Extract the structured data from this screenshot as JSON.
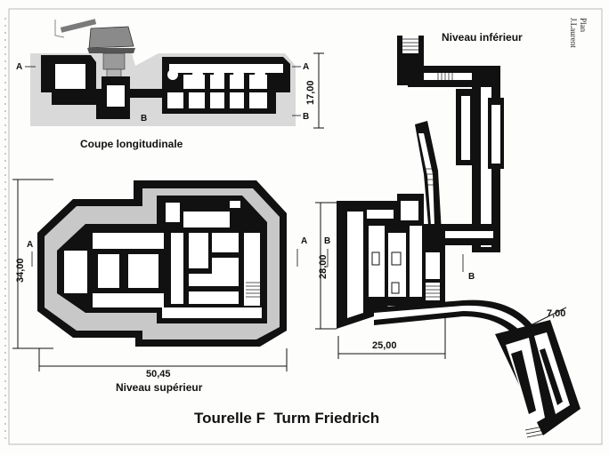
{
  "title": "Tourelle F  Turm Friedrich",
  "credit": {
    "line1": "Plan",
    "line2": "J.Laurent"
  },
  "labels": {
    "section": "Coupe longitudinale",
    "upper_level": "Niveau supérieur",
    "lower_level": "Niveau inférieur"
  },
  "markers": {
    "a": "A",
    "b": "B"
  },
  "dimensions": {
    "section_height": "17,00",
    "upper_height": "34,00",
    "upper_width": "50,45",
    "lower_height": "28,00",
    "lower_width": "25,00",
    "tunnel_width": "7,00"
  },
  "colors": {
    "wall": "#111111",
    "corridor": "#c8c8c8",
    "paper": "#fdfdfb"
  }
}
